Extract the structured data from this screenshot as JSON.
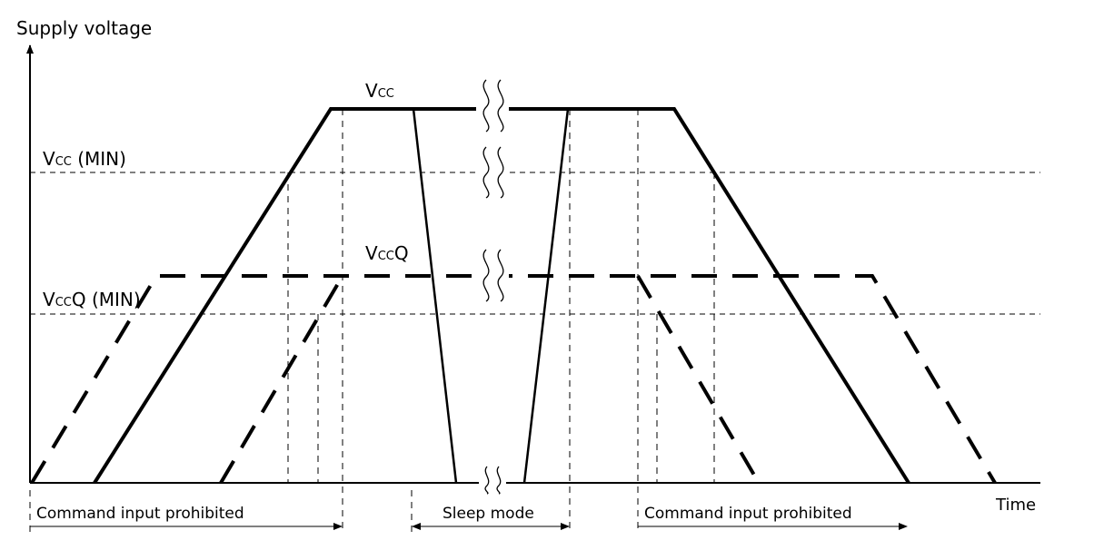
{
  "labels": {
    "y_axis": "Supply voltage",
    "x_axis": "Time",
    "vcc_curve": {
      "main": "V",
      "sub": "CC"
    },
    "vccq_curve": {
      "main": "V",
      "sub": "CC",
      "tail": "Q"
    },
    "vcc_min": {
      "main": "V",
      "sub": "CC",
      "tail": " (MIN)"
    },
    "vccq_min": {
      "main": "V",
      "sub": "CC",
      "tail": "Q (MIN)"
    }
  },
  "intervals": [
    {
      "label": "Command input prohibited"
    },
    {
      "label": "Sleep mode"
    },
    {
      "label": "Command input prohibited"
    }
  ]
}
